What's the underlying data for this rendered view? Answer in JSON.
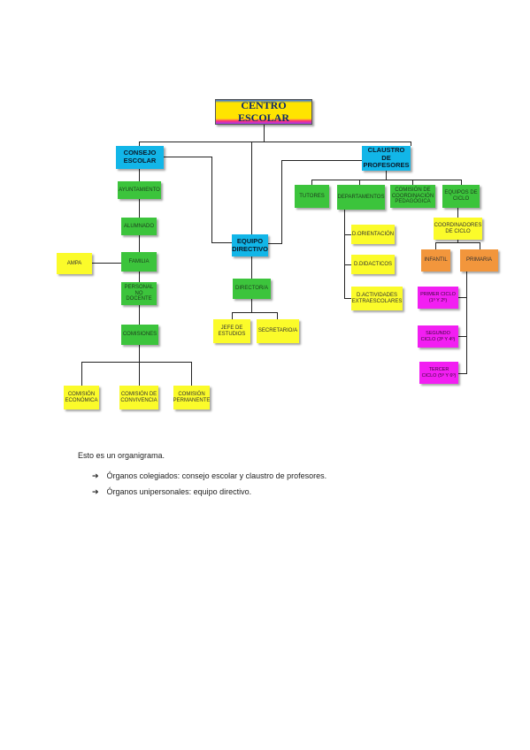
{
  "chart": {
    "root": "CENTRO ESCOLAR",
    "consejo": "CONSEJO ESCOLAR",
    "claustro": "CLAUSTRO DE PROFESORES",
    "equipo": "EQUIPO DIRECTIVO",
    "ayuntamiento": "AYUNTAMIENTO",
    "alumnado": "ALUMNADO",
    "familia": "FAMILIA",
    "personal": "PERSONAL NO DOCENTE",
    "comisiones": "COMISIONES",
    "ampa": "AMPA",
    "com_economica": "COMISIÓN ECONÓMICA",
    "com_convivencia": "COMISIÓN DE CONVIVENCIA",
    "com_permanente": "COMISIÓN PERMANENTE",
    "director": "DIRECTOR/A",
    "jefe": "JEFE DE ESTUDIOS",
    "secretario": "SECRETARIO/A",
    "tutores": "TUTORES",
    "departamentos": "DEPARTAMENTOS",
    "ccp": "COMISIÓN DE COORDINACIÓN PEDAGÓGICA",
    "equipos_ciclo": "EQUIPOS DE CICLO",
    "d_orientacion": "D.ORIENTACIÓN",
    "d_didacticos": "D.DIDACTICOS",
    "d_actividades": "D.ACTIVIDADES EXTRAESCOLARES",
    "coordinadores": "COORDINADORES DE CICLO",
    "infantil": "INFANTIL",
    "primaria": "PRIMARIA",
    "primer": "PRIMER CICLO (1º Y 2º)",
    "segundo": "SEGUNDO CICLO (3º Y 4º)",
    "tercer": "TERCER CICLO (5º Y 6º)"
  },
  "body": {
    "intro": "Esto es un organigrama.",
    "bullets": [
      "Órganos colegiados: consejo escolar y claustro de profesores.",
      "Órganos unipersonales: equipo directivo."
    ],
    "bullet_glyph": "➔"
  }
}
